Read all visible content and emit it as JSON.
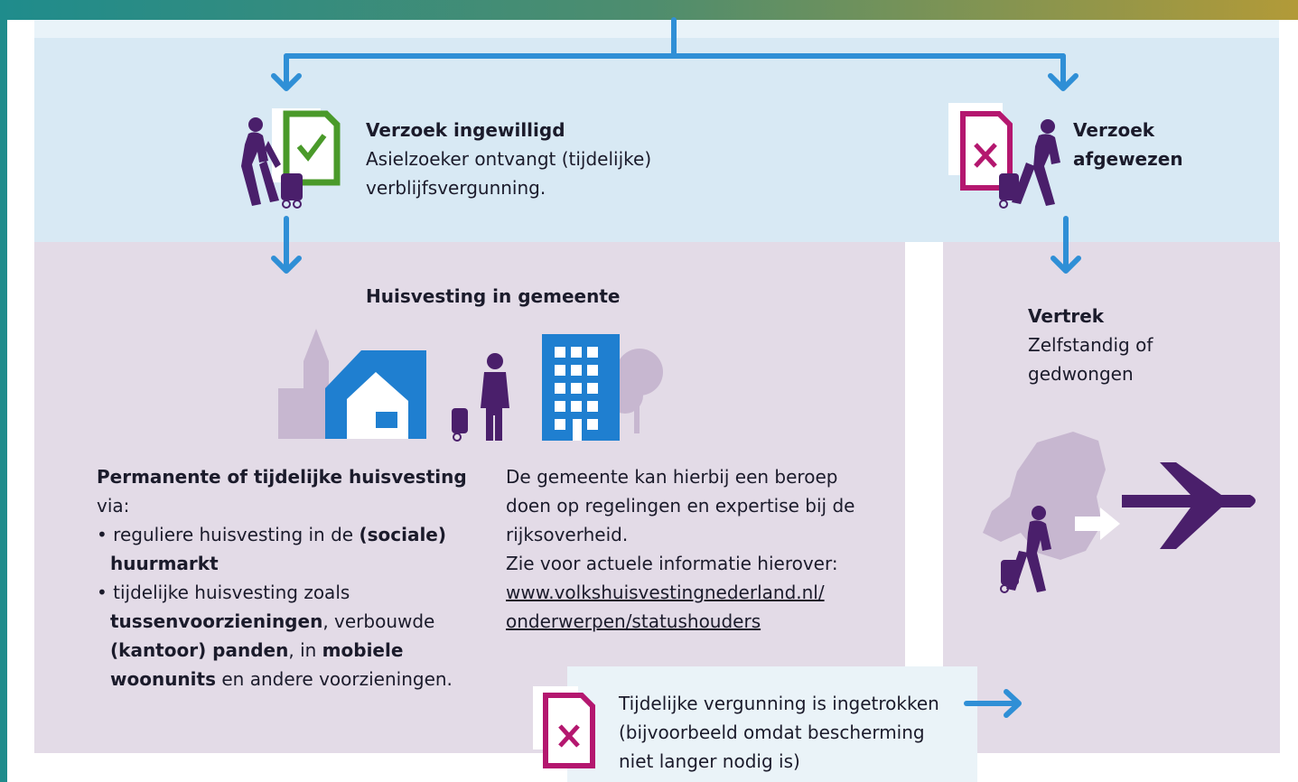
{
  "granted": {
    "title": "Verzoek ingewilligd",
    "line1": "Asielzoeker ontvangt (tijdelijke)",
    "line2": "verblijfsvergunning."
  },
  "rejected": {
    "title_line1": "Verzoek",
    "title_line2": "afgewezen"
  },
  "housing": {
    "title": "Huisvesting in gemeente"
  },
  "housing_left": {
    "p1_bold": "Permanente of tijdelijke huisvesting",
    "p1_rest": " via:",
    "b1_pre": "• reguliere huisvesting in de ",
    "b1_bold": "(sociale)",
    "b1_line2_bold": "huurmarkt",
    "b2_pre": "• tijdelijke huisvesting zoals",
    "b2_l2_bold": "tussenvoorzieningen",
    "b2_l2_rest": ", verbouwde",
    "b2_l3_bold": "(kantoor) panden",
    "b2_l3_mid": ", in ",
    "b2_l3_bold2": "mobiele",
    "b2_l4_bold": "woonunits",
    "b2_l4_rest": " en andere voorzieningen."
  },
  "housing_right": {
    "l1": "De gemeente kan hierbij een beroep",
    "l2": "doen op regelingen en expertise bij de",
    "l3": "rijksoverheid.",
    "l4": "Zie voor actuele informatie hierover:",
    "link1": "www.volkshuisvestingnederland.nl/",
    "link2": "onderwerpen/statushouders"
  },
  "departure": {
    "title": "Vertrek",
    "line1": "Zelfstandig of",
    "line2": "gedwongen"
  },
  "revoked": {
    "line1": "Tijdelijke vergunning is ingetrokken",
    "line2": "(bijvoorbeeld omdat bescherming",
    "line3": "niet langer nodig is)"
  },
  "colors": {
    "arrow": "#2f8fd6",
    "purple": "#4a1f6b",
    "green": "#4a9a2a",
    "magenta": "#b4176f",
    "building_blue": "#1f7fd0",
    "light_purple": "#c7b7d0"
  },
  "icons": [
    "walking-person-icon",
    "document-check-icon",
    "document-cross-icon",
    "church-icon",
    "house-icon",
    "traveller-icon",
    "office-building-icon",
    "tree-icon",
    "netherlands-map-icon",
    "airplane-icon",
    "arrow-right-icon"
  ]
}
